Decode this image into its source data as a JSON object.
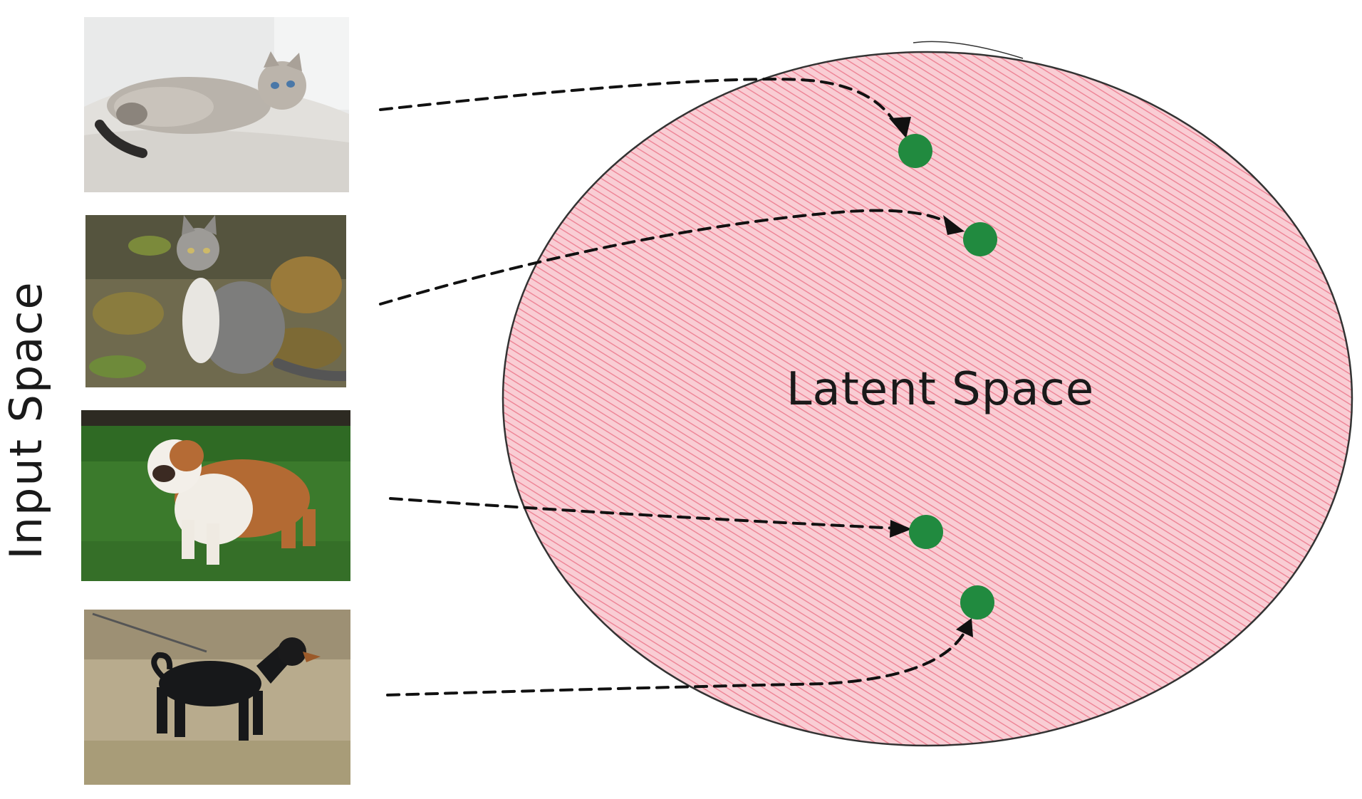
{
  "labels": {
    "input_space": "Input Space",
    "latent_space": "Latent Space"
  },
  "inputs": [
    {
      "subject": "kitten lying on a white rug"
    },
    {
      "subject": "grey and white cat sitting among autumn leaves"
    },
    {
      "subject": "english bulldog standing on grass"
    },
    {
      "subject": "doberman on a leash in a field"
    }
  ],
  "colors": {
    "latent_fill": "#f4a7b2",
    "latent_hatch": "#ee7f90",
    "point": "#218a3f",
    "arrow": "#111111"
  }
}
